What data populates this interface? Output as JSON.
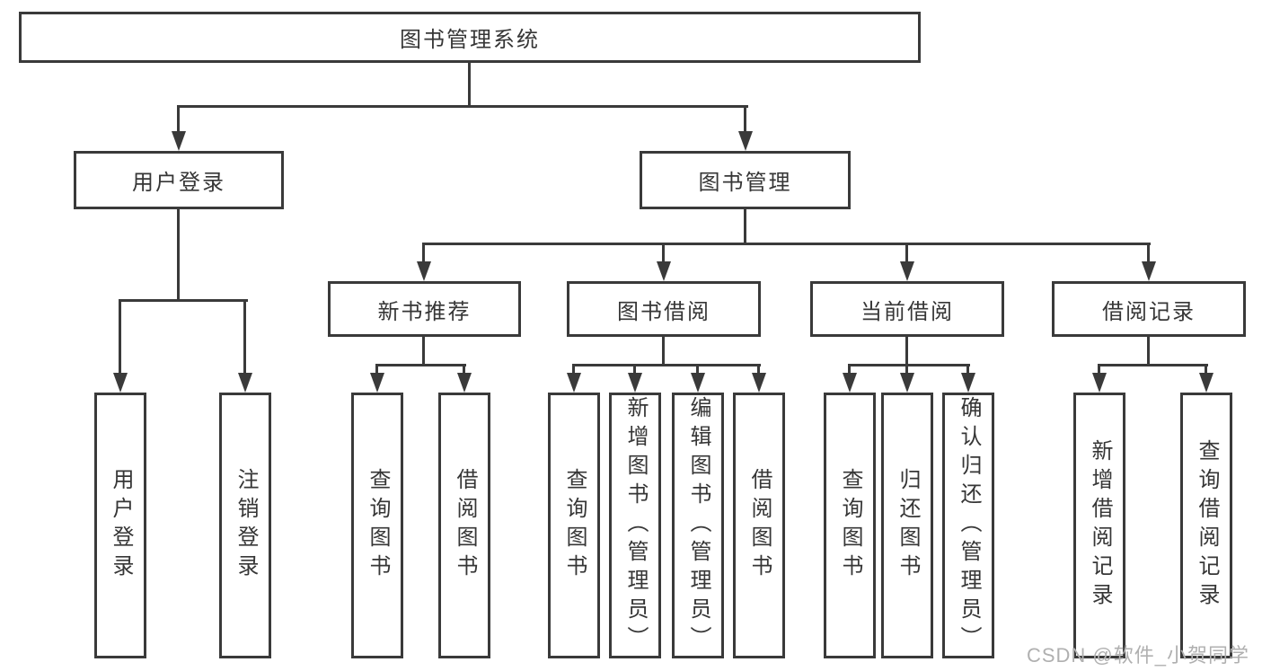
{
  "diagram": {
    "title": "图书管理系统",
    "branches": [
      {
        "label": "用户登录",
        "children": [
          {
            "label": "用户登录"
          },
          {
            "label": "注销登录"
          }
        ]
      },
      {
        "label": "图书管理",
        "children": [
          {
            "label": "新书推荐",
            "children": [
              {
                "label": "查询图书"
              },
              {
                "label": "借阅图书"
              }
            ]
          },
          {
            "label": "图书借阅",
            "children": [
              {
                "label": "查询图书"
              },
              {
                "label": "新增图书（管理员）"
              },
              {
                "label": "编辑图书（管理员）"
              },
              {
                "label": "借阅图书"
              }
            ]
          },
          {
            "label": "当前借阅",
            "children": [
              {
                "label": "查询图书"
              },
              {
                "label": "归还图书"
              },
              {
                "label": "确认归还（管理员）"
              }
            ]
          },
          {
            "label": "借阅记录",
            "children": [
              {
                "label": "新增借阅记录"
              },
              {
                "label": "查询借阅记录"
              }
            ]
          }
        ]
      }
    ]
  },
  "watermark": {
    "text": "CSDN @软件_小贺同学"
  },
  "colors": {
    "line": "#3a3a3a",
    "box_border": "#3a3a3a",
    "text": "#363636",
    "watermark": "#b0b0b0",
    "background": "#ffffff"
  }
}
